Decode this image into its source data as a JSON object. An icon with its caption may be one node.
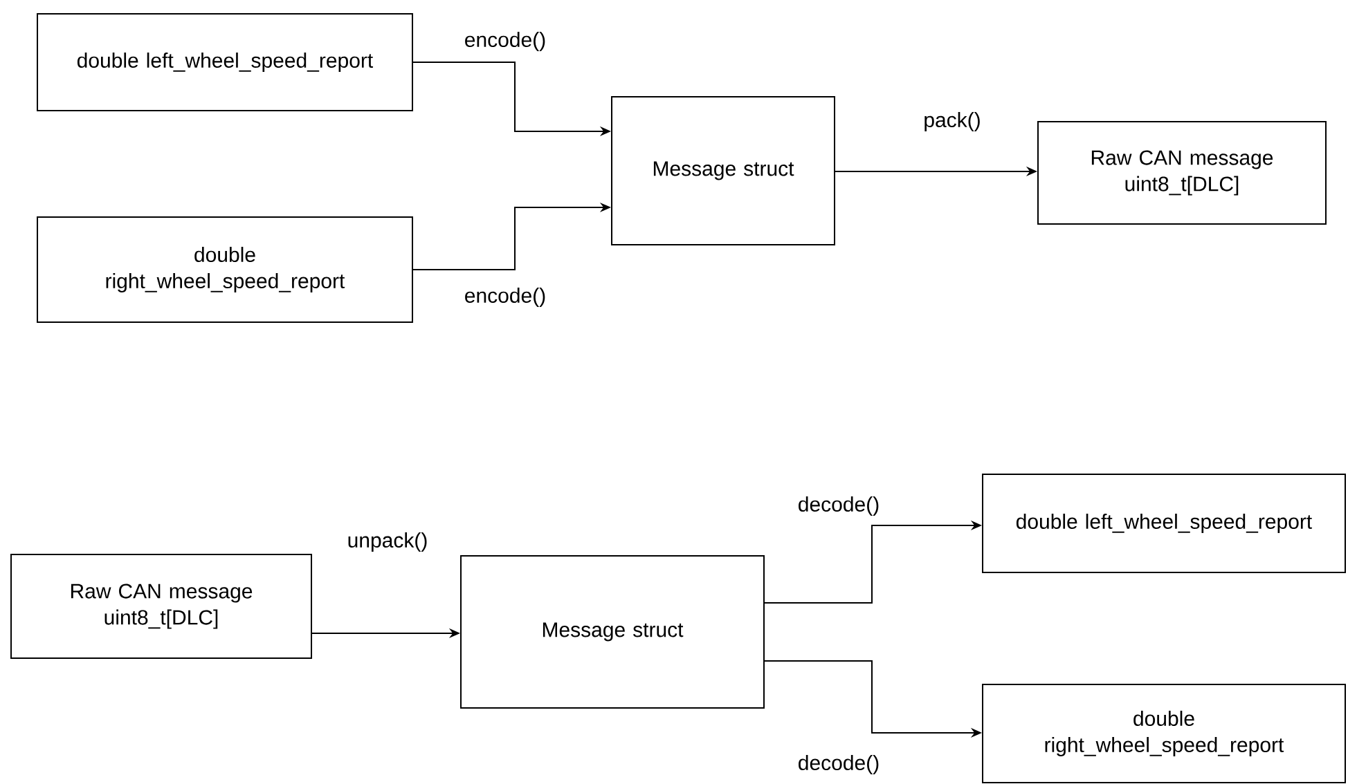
{
  "diagram": {
    "nodes": [
      {
        "text": [
          "double left_wheel_speed_report"
        ]
      },
      {
        "text": [
          "double right_wheel_speed_report"
        ]
      },
      {
        "text": [
          "Message struct"
        ]
      },
      {
        "text": [
          "Raw CAN message uint8_t[DLC]"
        ]
      },
      {
        "text": [
          "Raw CAN message uint8_t[DLC]"
        ]
      },
      {
        "text": [
          "Message struct"
        ]
      },
      {
        "text": [
          "double left_wheel_speed_report"
        ]
      },
      {
        "text": [
          "double right_wheel_speed_report"
        ]
      }
    ],
    "edges": [
      {
        "from": 0,
        "to": 2,
        "arrow": "to",
        "label": "encode()"
      },
      {
        "from": 1,
        "to": 2,
        "arrow": "to",
        "label": "encode()"
      },
      {
        "from": 2,
        "to": 3,
        "arrow": "to",
        "label": "pack()"
      },
      {
        "from": 4,
        "to": 5,
        "arrow": "to",
        "label": "unpack()"
      },
      {
        "from": 5,
        "to": 6,
        "arrow": "to",
        "label": "decode()"
      },
      {
        "from": 5,
        "to": 7,
        "arrow": "to",
        "label": "decode()"
      }
    ]
  }
}
